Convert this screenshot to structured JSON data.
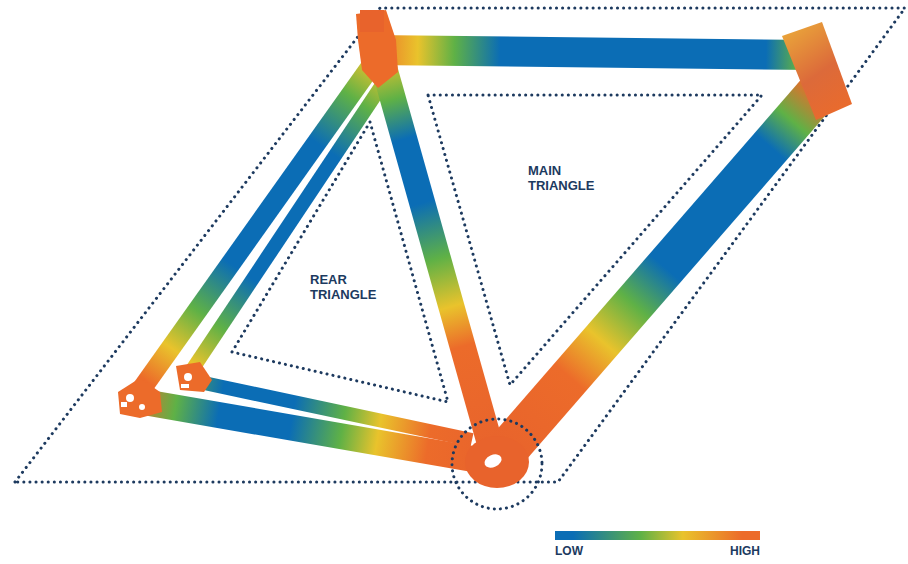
{
  "diagram": {
    "nodes": [
      {
        "text": [
          "MAIN TRIANGLE"
        ]
      },
      {
        "text": [
          "REAR TRIANGLE"
        ]
      }
    ],
    "legend": [
      {
        "text": "LOW",
        "color": "#0b6db5"
      },
      {
        "text": "HIGH",
        "color": "#ec6b2a"
      }
    ]
  }
}
